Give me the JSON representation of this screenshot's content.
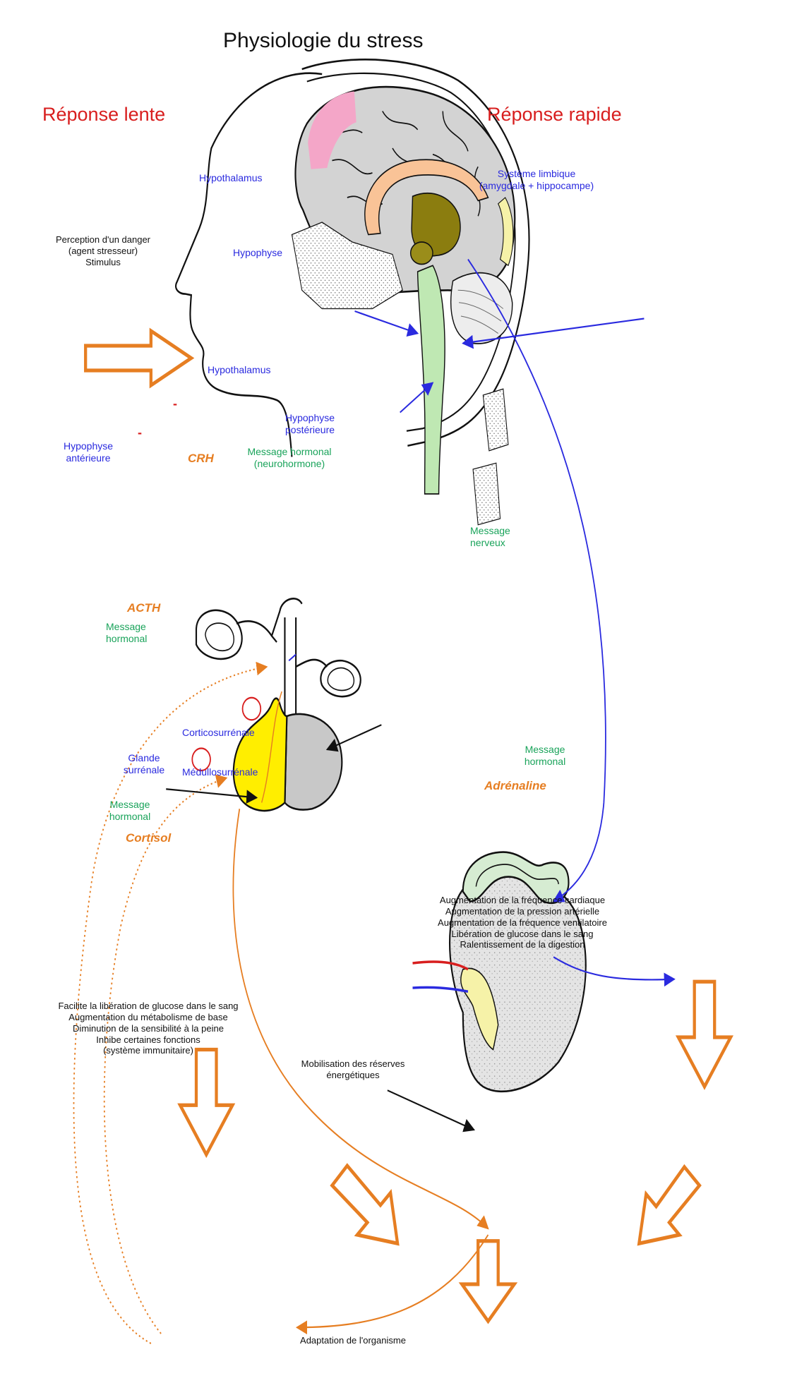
{
  "title": "Physiologie du stress",
  "headers": {
    "slow": "Réponse lente",
    "fast": "Réponse rapide"
  },
  "stimulus_text": "Perception d'un danger\n(agent stresseur)\nStimulus",
  "brain_labels": {
    "hypothalamus": "Hypothalamus",
    "hypophyse": "Hypophyse",
    "limbic": "Système limbique\n(amygdale + hippocampe)"
  },
  "pituitary_labels": {
    "hypothalamus": "Hypothalamus",
    "posterior": "Hypophyse\npostérieure",
    "anterior": "Hypophyse\nantérieure",
    "message_neuro": "Message hormonal\n(neurohormone)",
    "crh": "CRH",
    "inhibit_symbol": "-"
  },
  "message_nerveux": "Message\nnerveux",
  "acth": "ACTH",
  "message_hormonal_1": "Message\nhormonal",
  "adrenal_labels": {
    "corticosurrenale": "Corticosurrénale",
    "glande": "Glande\nsurrénale",
    "medullosurrenale": "Médullosurrénale",
    "message_hormonal_right": "Message\nhormonal",
    "adrenaline": "Adrénaline",
    "message_hormonal_left": "Message\nhormonal",
    "cortisol": "Cortisol"
  },
  "effects_adrenaline": "Augmentation de la fréquence cardiaque\nAugmentation de la pression artérielle\nAugmentation de la fréquence ventilatoire\nLibération de glucose dans le sang\nRalentissement de la digestion",
  "effects_cortisol": "Facilite la libération de glucose dans le sang\nAugmentation du métabolisme de base\nDiminution de la sensibilité à la peine\nInhibe certaines fonctions\n(système immunitaire)",
  "mobilisation": "Mobilisation des réserves\nénergétiques",
  "adaptation": "Adaptation de l'organisme",
  "colors": {
    "nerve_blue": "#2a2adf",
    "hormone_orange": "#e67e22",
    "title_red": "#d81e1e",
    "message_green": "#19a35a",
    "pituitary_yellow": "#ffee00",
    "neuro_gray": "#c8c8c8"
  }
}
